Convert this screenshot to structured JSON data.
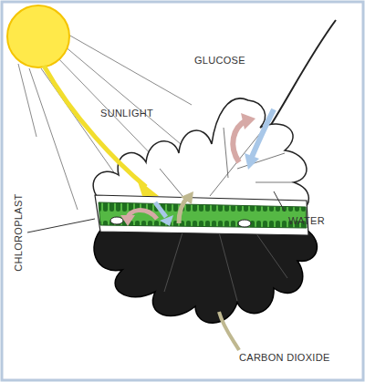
{
  "diagram": {
    "labels": [
      "SUNLIGHT",
      "GLUCOSE",
      "WATER",
      "CHLOROPLAST",
      "CARBON DIOXIDE"
    ]
  }
}
